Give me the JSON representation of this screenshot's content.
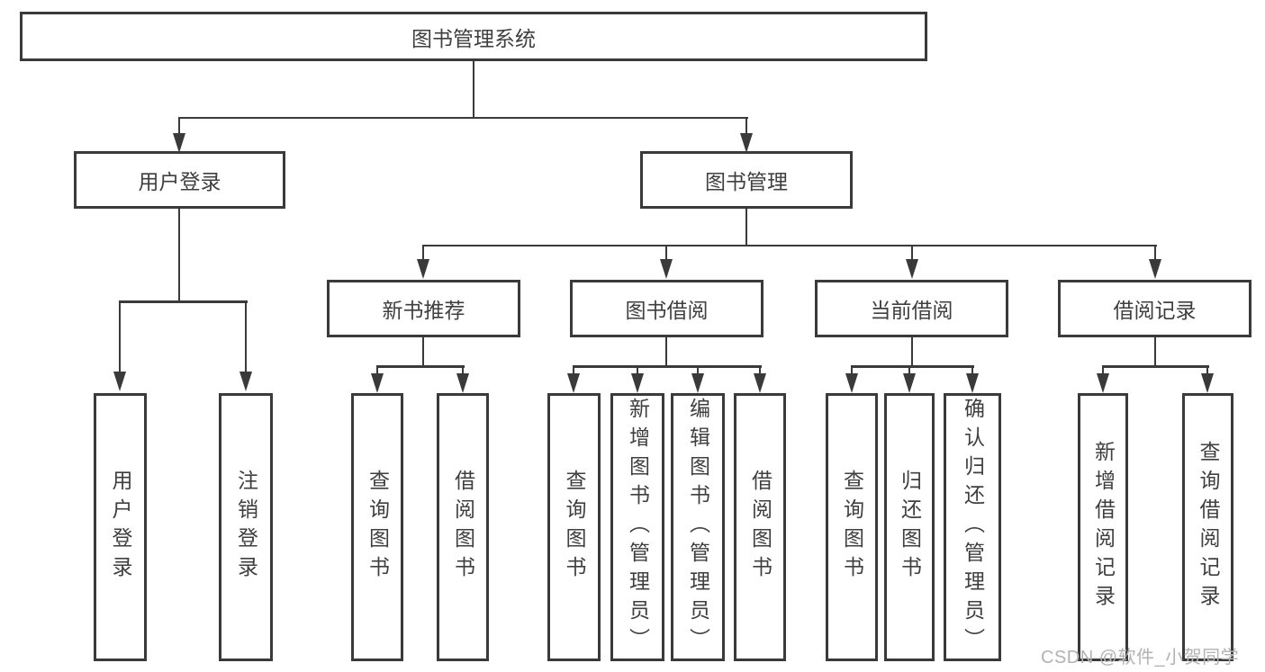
{
  "diagram": {
    "root": {
      "label": "图书管理系统"
    },
    "level2": [
      {
        "label": "用户登录"
      },
      {
        "label": "图书管理"
      }
    ],
    "level3": [
      {
        "label": "新书推荐"
      },
      {
        "label": "图书借阅"
      },
      {
        "label": "当前借阅"
      },
      {
        "label": "借阅记录"
      }
    ],
    "leaves": [
      {
        "label": "用户登录"
      },
      {
        "label": "注销登录"
      },
      {
        "label": "查询图书"
      },
      {
        "label": "借阅图书"
      },
      {
        "label": "查询图书"
      },
      {
        "label": "新增图书（管理员）"
      },
      {
        "label": "编辑图书（管理员）"
      },
      {
        "label": "借阅图书"
      },
      {
        "label": "查询图书"
      },
      {
        "label": "归还图书"
      },
      {
        "label": "确认归还（管理员）"
      },
      {
        "label": "新增借阅记录"
      },
      {
        "label": "查询借阅记录"
      }
    ]
  },
  "watermark": "CSDN @软件_小贺同学",
  "colors": {
    "line": "#3a3a3a",
    "text": "#3f3f3f",
    "watermark": "#b5b1b2",
    "background": "#ffffff"
  }
}
